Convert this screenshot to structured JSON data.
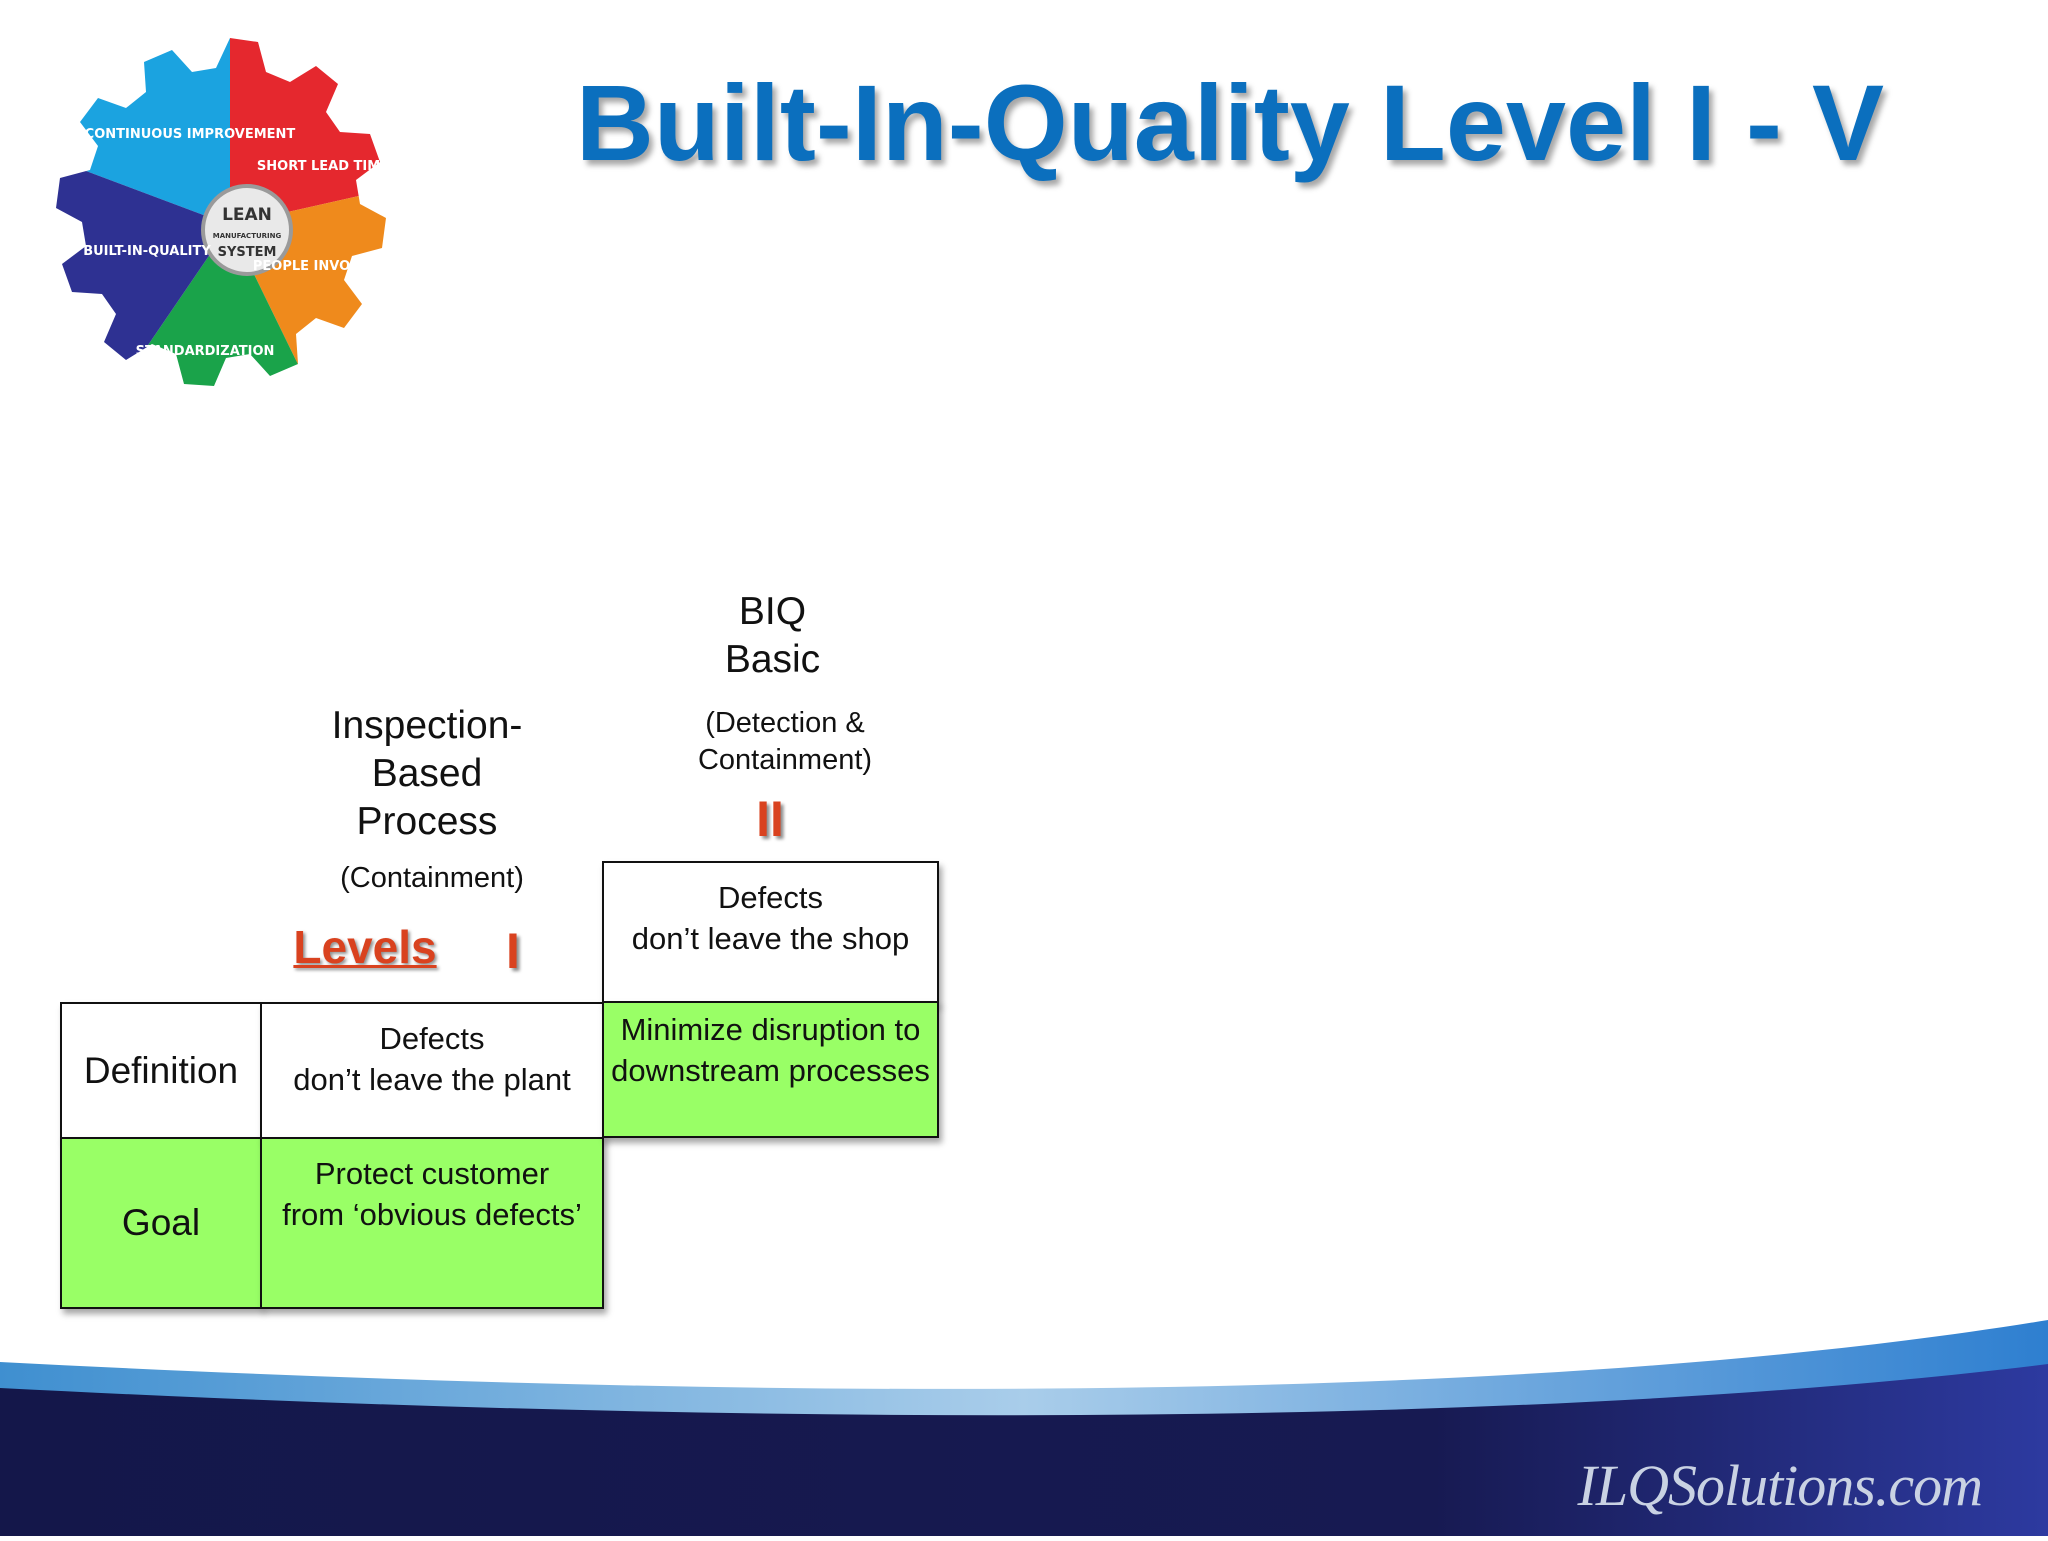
{
  "title": "Built-In-Quality Level I - V",
  "logo": {
    "segments": [
      "CONTINUOUS IMPROVEMENT",
      "SHORT LEAD TIME",
      "PEOPLE INVOLVEMENT",
      "STANDARDIZATION",
      "BUILT-IN-QUALITY"
    ],
    "segment_colors": [
      "#1ba3e0",
      "#e5282e",
      "#ef8a1c",
      "#1aa34a",
      "#2e3192"
    ],
    "center": [
      "LEAN",
      "MANUFACTURING",
      "SYSTEM"
    ]
  },
  "columns": [
    {
      "heading": "Inspection-\nBased\nProcess",
      "subheading": "(Containment)",
      "level": "I",
      "definition": "Defects\ndon’t leave the plant",
      "goal": "Protect customer\nfrom ‘obvious defects’"
    },
    {
      "heading": "BIQ\nBasic",
      "subheading": "(Detection &\nContainment)",
      "level": "II",
      "definition": "Defects\ndon’t leave the shop",
      "goal": "Minimize disruption to\ndownstream processes"
    }
  ],
  "levels_label": "Levels",
  "row_labels": {
    "definition": "Definition",
    "goal": "Goal"
  },
  "footer": {
    "brand": "ILQSolutions.com"
  },
  "colors": {
    "title": "#0b6fbe",
    "level": "#d9421f",
    "goal_fill": "#99ff66",
    "footer_dark": "#14174a",
    "footer_light": "#7fb6e0"
  }
}
